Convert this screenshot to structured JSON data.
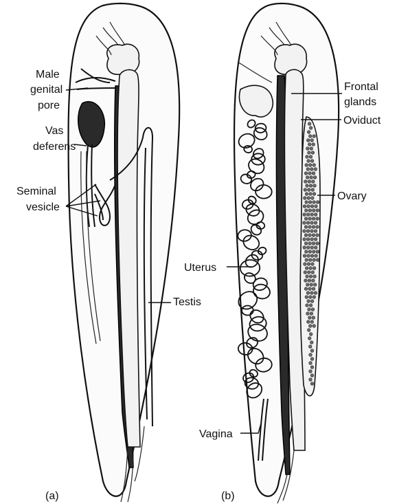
{
  "figure": {
    "panel_a": {
      "caption": "(a)",
      "labels": {
        "male_genital_pore": [
          "Male",
          "genital",
          "pore"
        ],
        "vas_deferens": [
          "Vas",
          "deferens"
        ],
        "seminal_vesicle": [
          "Seminal",
          "vesicle"
        ],
        "testis": "Testis"
      }
    },
    "panel_b": {
      "caption": "(b)",
      "labels": {
        "frontal_glands": [
          "Frontal",
          "glands"
        ],
        "oviduct": "Oviduct",
        "ovary": "Ovary",
        "uterus": "Uterus",
        "vagina": "Vagina"
      }
    }
  }
}
